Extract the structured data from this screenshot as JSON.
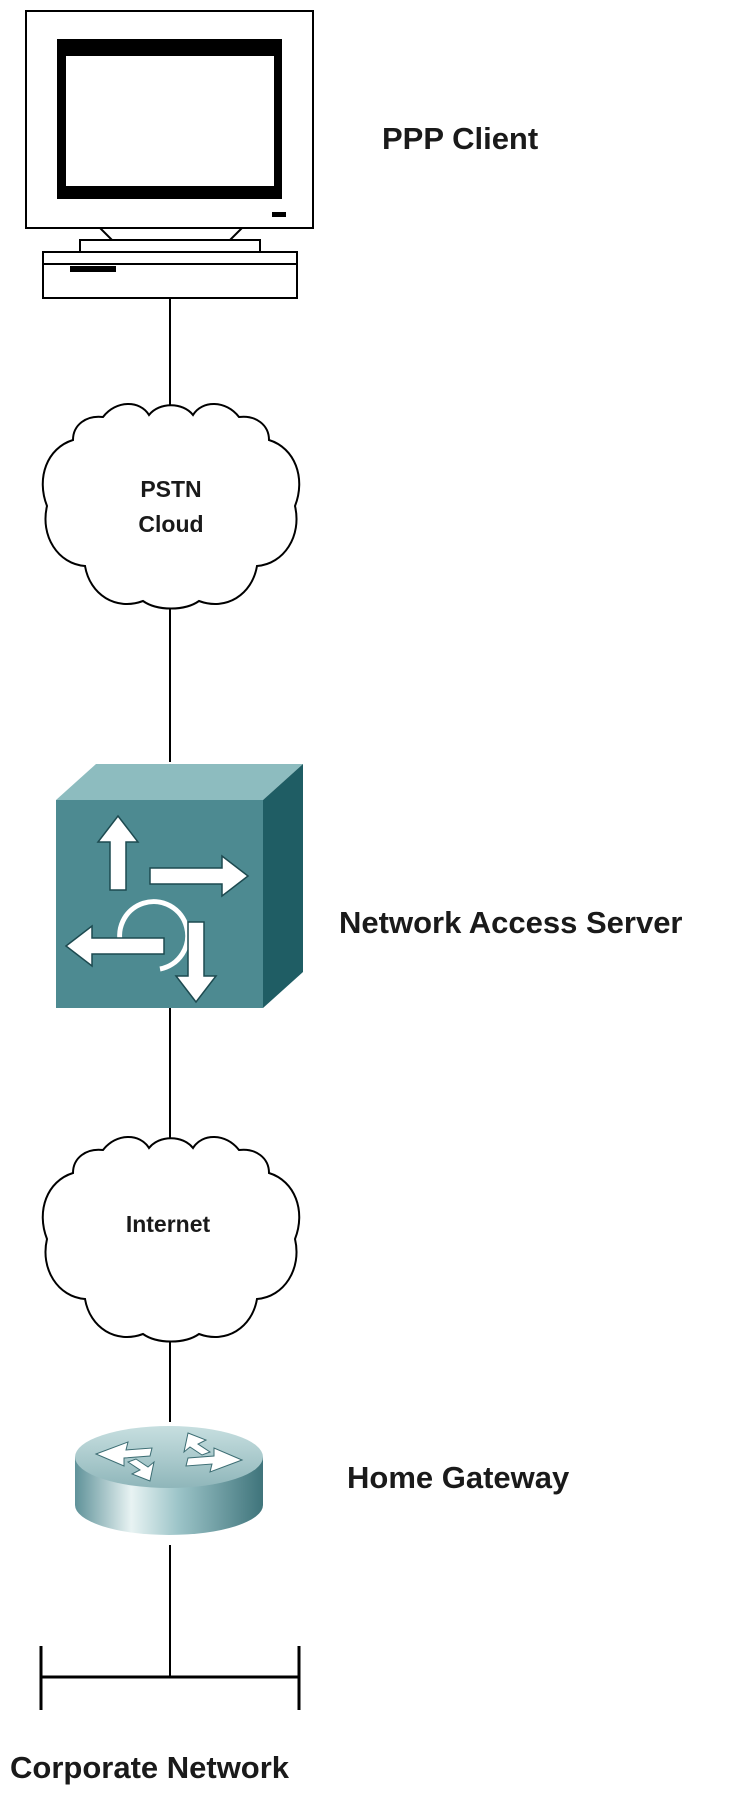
{
  "nodes": {
    "ppp_client": {
      "label": "PPP Client",
      "icon": "workstation-icon"
    },
    "pstn_cloud": {
      "label_line1": "PSTN",
      "label_line2": "Cloud",
      "icon": "cloud-icon"
    },
    "nas": {
      "label": "Network Access Server",
      "icon": "access-server-icon"
    },
    "internet": {
      "label": "Internet",
      "icon": "cloud-icon"
    },
    "home_gateway": {
      "label": "Home Gateway",
      "icon": "router-icon"
    },
    "corporate_network": {
      "label": "Corporate Network",
      "icon": "lan-segment-icon"
    }
  },
  "colors": {
    "line": "#000000",
    "nas_front": "#4d8a91",
    "nas_top": "#8dbcbf",
    "nas_side": "#1f5d64",
    "router_side": "#6fa3aa",
    "router_top": "#a9cccf"
  }
}
